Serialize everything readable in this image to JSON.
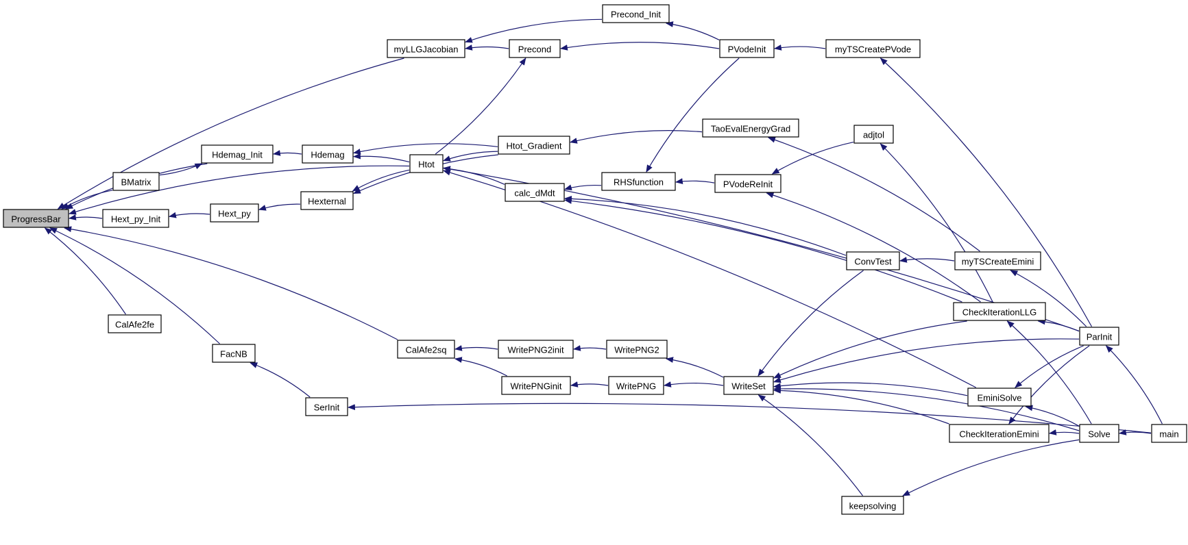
{
  "colors": {
    "edge": "#191970",
    "node_border": "#000000",
    "node_fill": "#ffffff",
    "root_fill": "#bfbfbf"
  },
  "nodes": [
    {
      "id": "ProgressBar",
      "label": "ProgressBar",
      "root": true
    },
    {
      "id": "myLLGJacobian",
      "label": "myLLGJacobian"
    },
    {
      "id": "Precond_Init",
      "label": "Precond_Init"
    },
    {
      "id": "Precond",
      "label": "Precond"
    },
    {
      "id": "PVodeInit",
      "label": "PVodeInit"
    },
    {
      "id": "myTSCreatePVode",
      "label": "myTSCreatePVode"
    },
    {
      "id": "Hdemag_Init",
      "label": "Hdemag_Init"
    },
    {
      "id": "Hdemag",
      "label": "Hdemag"
    },
    {
      "id": "Htot",
      "label": "Htot"
    },
    {
      "id": "Htot_Gradient",
      "label": "Htot_Gradient"
    },
    {
      "id": "TaoEvalEnergyGrad",
      "label": "TaoEvalEnergyGrad"
    },
    {
      "id": "BMatrix",
      "label": "BMatrix"
    },
    {
      "id": "calc_dMdt",
      "label": "calc_dMdt"
    },
    {
      "id": "RHSfunction",
      "label": "RHSfunction"
    },
    {
      "id": "PVodeReInit",
      "label": "PVodeReInit"
    },
    {
      "id": "adjtol",
      "label": "adjtol"
    },
    {
      "id": "Hext_py_Init",
      "label": "Hext_py_Init"
    },
    {
      "id": "Hext_py",
      "label": "Hext_py"
    },
    {
      "id": "Hexternal",
      "label": "Hexternal"
    },
    {
      "id": "ConvTest",
      "label": "ConvTest"
    },
    {
      "id": "myTSCreateEmini",
      "label": "myTSCreateEmini"
    },
    {
      "id": "CheckIterationLLG",
      "label": "CheckIterationLLG"
    },
    {
      "id": "ParInit",
      "label": "ParInit"
    },
    {
      "id": "CalAfe2fe",
      "label": "CalAfe2fe"
    },
    {
      "id": "FacNB",
      "label": "FacNB"
    },
    {
      "id": "CalAfe2sq",
      "label": "CalAfe2sq"
    },
    {
      "id": "WritePNG2init",
      "label": "WritePNG2init"
    },
    {
      "id": "WritePNG2",
      "label": "WritePNG2"
    },
    {
      "id": "WritePNGinit",
      "label": "WritePNGinit"
    },
    {
      "id": "WritePNG",
      "label": "WritePNG"
    },
    {
      "id": "WriteSet",
      "label": "WriteSet"
    },
    {
      "id": "EminiSolve",
      "label": "EminiSolve"
    },
    {
      "id": "SerInit",
      "label": "SerInit"
    },
    {
      "id": "CheckIterationEmini",
      "label": "CheckIterationEmini"
    },
    {
      "id": "Solve",
      "label": "Solve"
    },
    {
      "id": "main",
      "label": "main"
    },
    {
      "id": "keepsolving",
      "label": "keepsolving"
    }
  ],
  "edges": [
    [
      "myLLGJacobian",
      "ProgressBar"
    ],
    [
      "Hdemag_Init",
      "ProgressBar"
    ],
    [
      "BMatrix",
      "ProgressBar"
    ],
    [
      "Hext_py_Init",
      "ProgressBar"
    ],
    [
      "CalAfe2fe",
      "ProgressBar"
    ],
    [
      "FacNB",
      "ProgressBar"
    ],
    [
      "CalAfe2sq",
      "ProgressBar"
    ],
    [
      "Htot",
      "ProgressBar"
    ],
    [
      "Precond_Init",
      "myLLGJacobian"
    ],
    [
      "Precond",
      "myLLGJacobian"
    ],
    [
      "PVodeInit",
      "Precond_Init"
    ],
    [
      "PVodeInit",
      "Precond"
    ],
    [
      "myTSCreatePVode",
      "PVodeInit"
    ],
    [
      "ParInit",
      "myTSCreatePVode"
    ],
    [
      "Hdemag",
      "Hdemag_Init"
    ],
    [
      "BMatrix",
      "Hdemag_Init"
    ],
    [
      "Htot",
      "Hdemag"
    ],
    [
      "Htot_Gradient",
      "Hdemag"
    ],
    [
      "Htot",
      "Precond"
    ],
    [
      "Htot_Gradient",
      "Htot"
    ],
    [
      "calc_dMdt",
      "Htot"
    ],
    [
      "ParInit",
      "Htot"
    ],
    [
      "EminiSolve",
      "Htot"
    ],
    [
      "TaoEvalEnergyGrad",
      "Htot_Gradient"
    ],
    [
      "myTSCreateEmini",
      "TaoEvalEnergyGrad"
    ],
    [
      "RHSfunction",
      "calc_dMdt"
    ],
    [
      "ConvTest",
      "calc_dMdt"
    ],
    [
      "CheckIterationLLG",
      "calc_dMdt"
    ],
    [
      "PVodeReInit",
      "RHSfunction"
    ],
    [
      "PVodeInit",
      "RHSfunction"
    ],
    [
      "adjtol",
      "PVodeReInit"
    ],
    [
      "CheckIterationLLG",
      "PVodeReInit"
    ],
    [
      "CheckIterationLLG",
      "adjtol"
    ],
    [
      "Hext_py",
      "Hext_py_Init"
    ],
    [
      "Hexternal",
      "Hext_py"
    ],
    [
      "Htot",
      "Hexternal"
    ],
    [
      "Htot_Gradient",
      "Hexternal"
    ],
    [
      "myTSCreateEmini",
      "ConvTest"
    ],
    [
      "ParInit",
      "myTSCreateEmini"
    ],
    [
      "ParInit",
      "CheckIterationLLG"
    ],
    [
      "Solve",
      "CheckIterationLLG"
    ],
    [
      "main",
      "ParInit"
    ],
    [
      "WritePNG2init",
      "CalAfe2sq"
    ],
    [
      "WritePNGinit",
      "CalAfe2sq"
    ],
    [
      "WritePNG2",
      "WritePNG2init"
    ],
    [
      "WritePNG",
      "WritePNGinit"
    ],
    [
      "WriteSet",
      "WritePNG2"
    ],
    [
      "WriteSet",
      "WritePNG"
    ],
    [
      "ConvTest",
      "WriteSet"
    ],
    [
      "CheckIterationLLG",
      "WriteSet"
    ],
    [
      "ParInit",
      "WriteSet"
    ],
    [
      "EminiSolve",
      "WriteSet"
    ],
    [
      "CheckIterationEmini",
      "WriteSet"
    ],
    [
      "Solve",
      "WriteSet"
    ],
    [
      "keepsolving",
      "WriteSet"
    ],
    [
      "ParInit",
      "EminiSolve"
    ],
    [
      "Solve",
      "EminiSolve"
    ],
    [
      "ParInit",
      "CheckIterationEmini"
    ],
    [
      "Solve",
      "CheckIterationEmini"
    ],
    [
      "main",
      "Solve"
    ],
    [
      "Solve",
      "keepsolving"
    ],
    [
      "SerInit",
      "FacNB"
    ],
    [
      "main",
      "SerInit"
    ]
  ]
}
